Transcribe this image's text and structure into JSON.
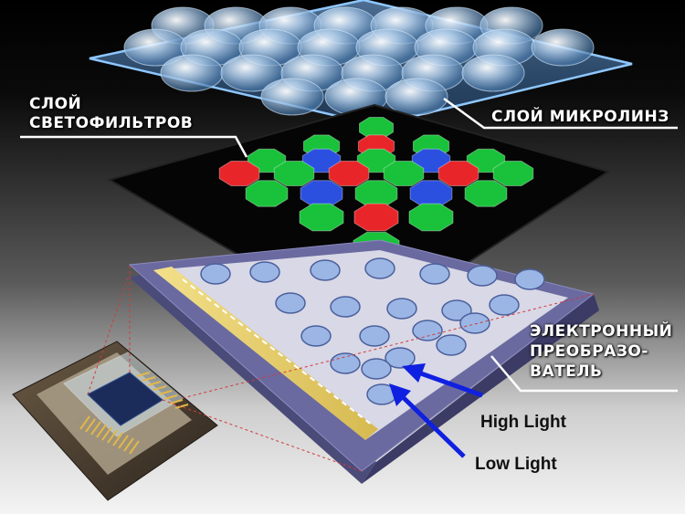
{
  "labels": {
    "color_filter_layer_line1": "СЛОЙ",
    "color_filter_layer_line2": "СВЕТОФИЛЬТРОВ",
    "microlens_layer": "СЛОЙ МИКРОЛИНЗ",
    "converter_line1": "ЭЛЕКТРОННЫЙ",
    "converter_line2": "ПРЕОБРАЗО-",
    "converter_line3": "ВАТЕЛЬ",
    "high_light": "High Light",
    "low_light": "Low Light"
  },
  "colors": {
    "filter_red": "#e8262a",
    "filter_green": "#19c23a",
    "filter_blue": "#2b50e0",
    "arrow_blue": "#1020e0",
    "lens_sheet": "#7fb0e0",
    "substrate": "#6a6aa0"
  },
  "filter_grid": [
    [
      "green"
    ],
    [
      "green",
      "red",
      "green"
    ],
    [
      "green",
      "blue",
      "green",
      "blue",
      "green"
    ],
    [
      "red",
      "green",
      "red",
      "green",
      "red",
      "green"
    ],
    [
      "green",
      "blue",
      "green",
      "blue",
      "green"
    ],
    [
      "green",
      "red",
      "green"
    ],
    [
      "green"
    ]
  ]
}
